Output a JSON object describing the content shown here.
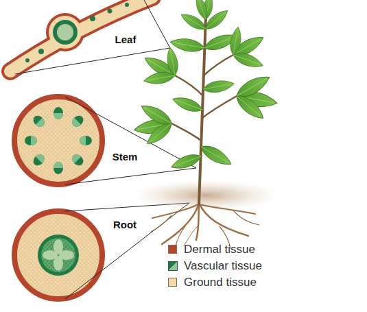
{
  "diagram": {
    "labels": [
      "Leaf",
      "Stem",
      "Root"
    ],
    "legend": [
      {
        "text": "Dermal tissue",
        "color": "#b5452c"
      },
      {
        "text": "Vascular tissue"
      },
      {
        "text": "Ground tissue",
        "color": "#f2d9aa"
      }
    ]
  }
}
